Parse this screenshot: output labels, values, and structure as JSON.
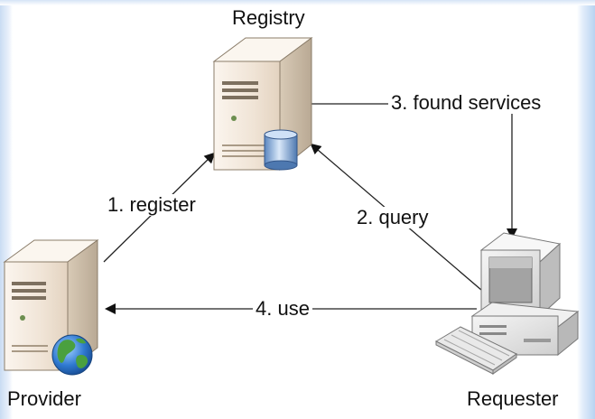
{
  "nodes": {
    "registry": "Registry",
    "provider": "Provider",
    "requester": "Requester"
  },
  "edges": {
    "register": "1. register",
    "query": "2. query",
    "found": "3. found services",
    "use": "4. use"
  },
  "colors": {
    "line": "#222222",
    "server_front": "#f2e8dd",
    "server_side": "#c8bba8",
    "server_top": "#fbf6ef",
    "monitor": "#e7e7e7",
    "screen": "#a8a8a8"
  },
  "icons": [
    "server-icon",
    "database-icon",
    "globe-icon",
    "computer-icon",
    "keyboard-icon"
  ]
}
